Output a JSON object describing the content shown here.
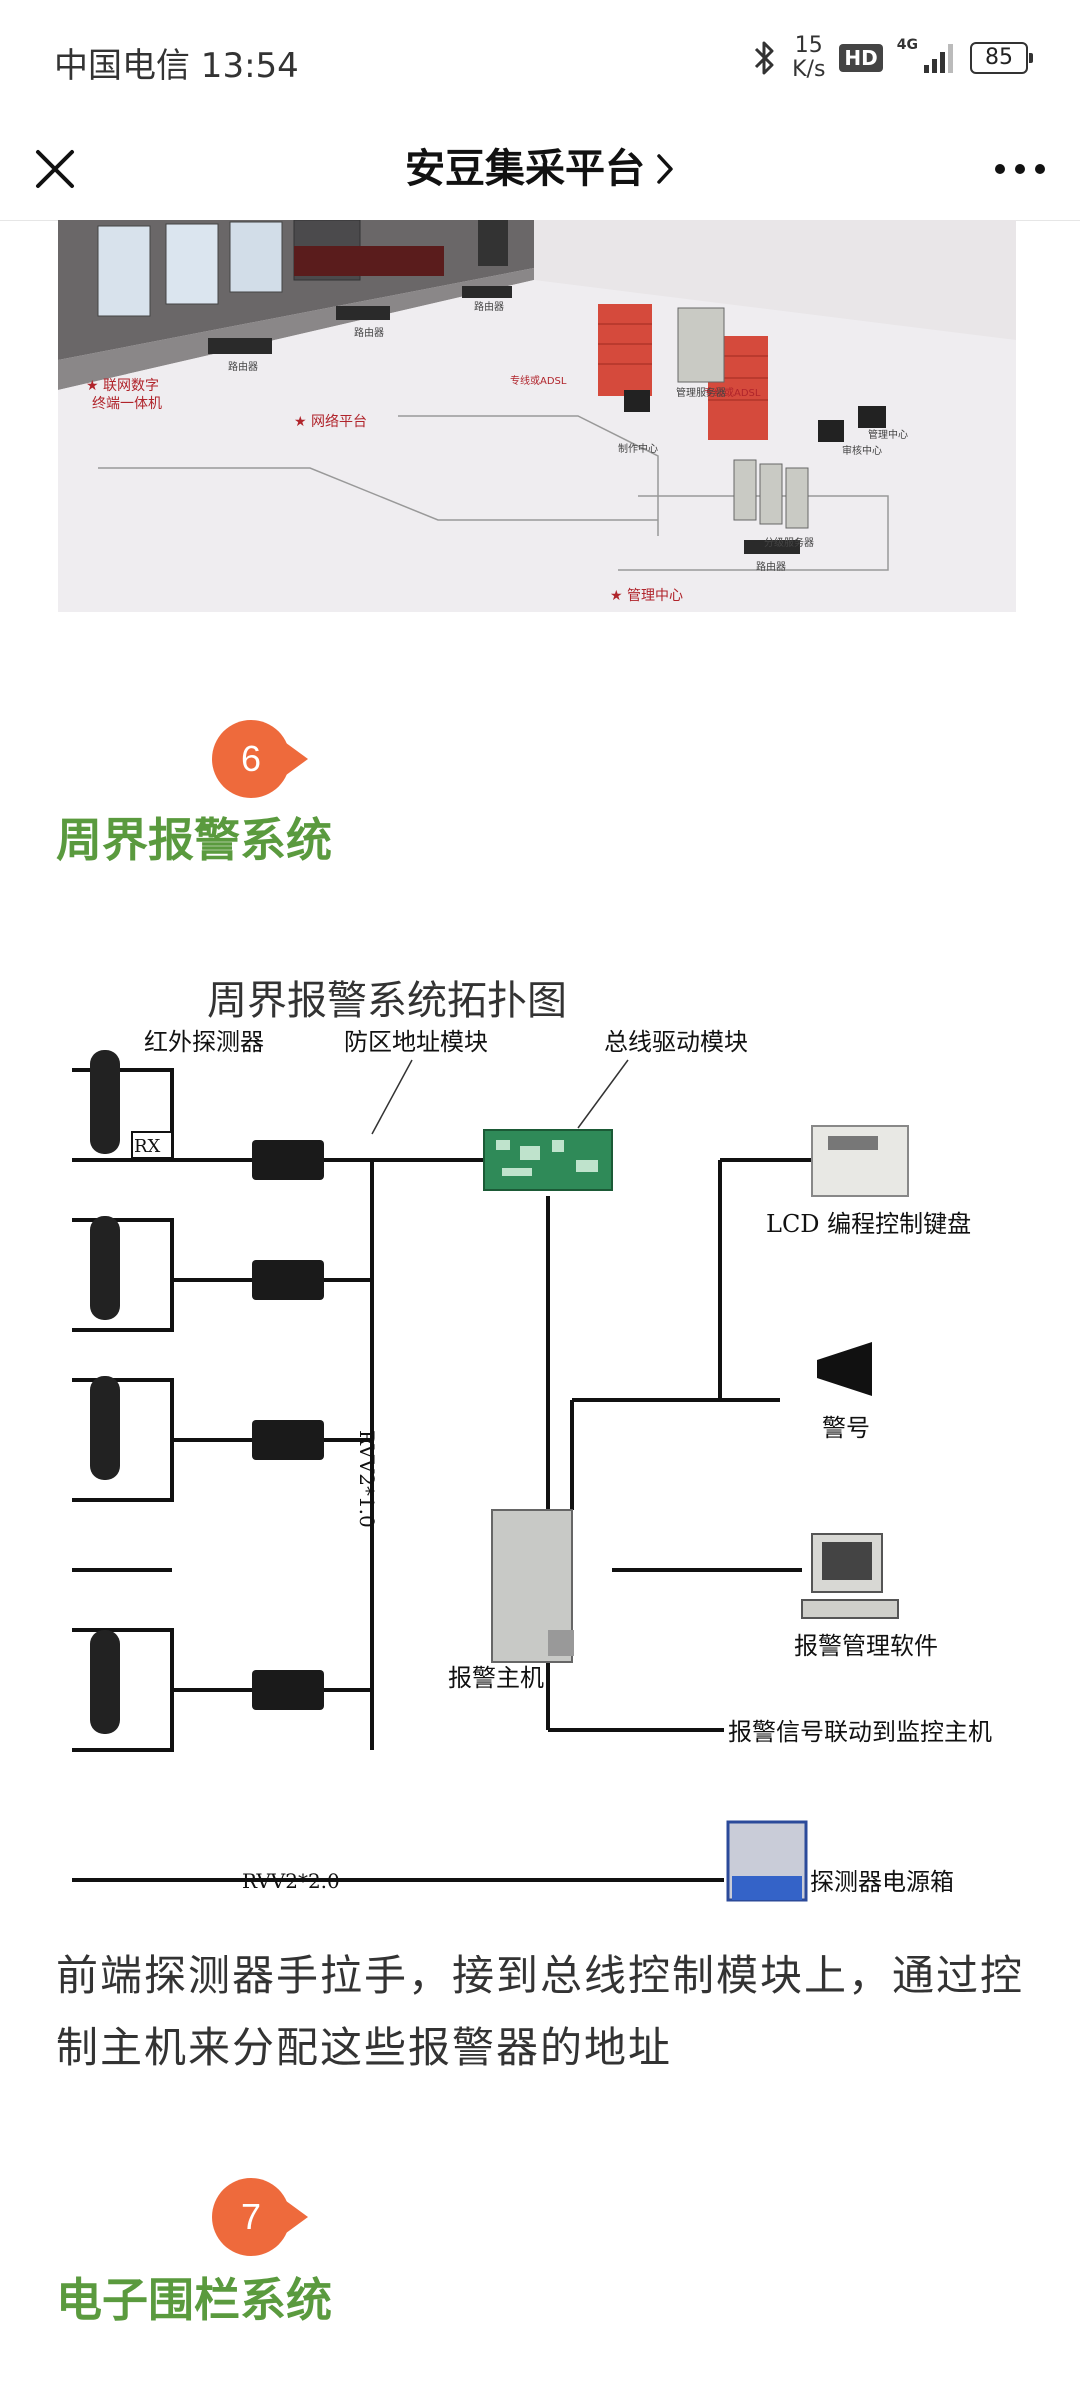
{
  "status_bar": {
    "carrier_time": "中国电信 13:54",
    "net_speed_value": "15",
    "net_speed_unit": "K/s",
    "hd": "HD",
    "network": "4G",
    "battery": "85"
  },
  "nav": {
    "title": "安豆集采平台",
    "chevron": "›"
  },
  "network_image": {
    "labels": {
      "multi_screen": "联网数字\n终端一体机",
      "network_platform": "★ 网络平台",
      "mgmt_center": "★ 管理中心",
      "router": "路由器",
      "mgmt_server": "管理服务器",
      "production_center": "制作中心",
      "review_center": "审核中心",
      "manage_center": "管理中心",
      "branch_server": "分级服务器",
      "dedicated_line": "专线或ADSL"
    }
  },
  "section6": {
    "number": "6",
    "title": "周界报警系统"
  },
  "diagram": {
    "title": "周界报警系统拓扑图",
    "labels": {
      "ir_detector": "红外探测器",
      "zone_module": "防区地址模块",
      "bus_module": "总线驱动模块",
      "lcd_keyboard": "LCD 编程控制键盘",
      "siren": "警号",
      "alarm_software": "报警管理软件",
      "alarm_host": "报警主机",
      "alarm_link": "报警信号联动到监控主机",
      "power_box": "探测器电源箱",
      "rvv1": "RVV2*1.0",
      "rvv2": "RVV2*2.0",
      "rx": "RX"
    }
  },
  "paragraph": "前端探测器手拉手，接到总线控制模块上，通过控制主机来分配这些报警器的地址",
  "section7": {
    "number": "7",
    "title": "电子围栏系统"
  },
  "colors": {
    "accent_orange": "#ee6a3c",
    "title_green": "#5a9a3e"
  }
}
